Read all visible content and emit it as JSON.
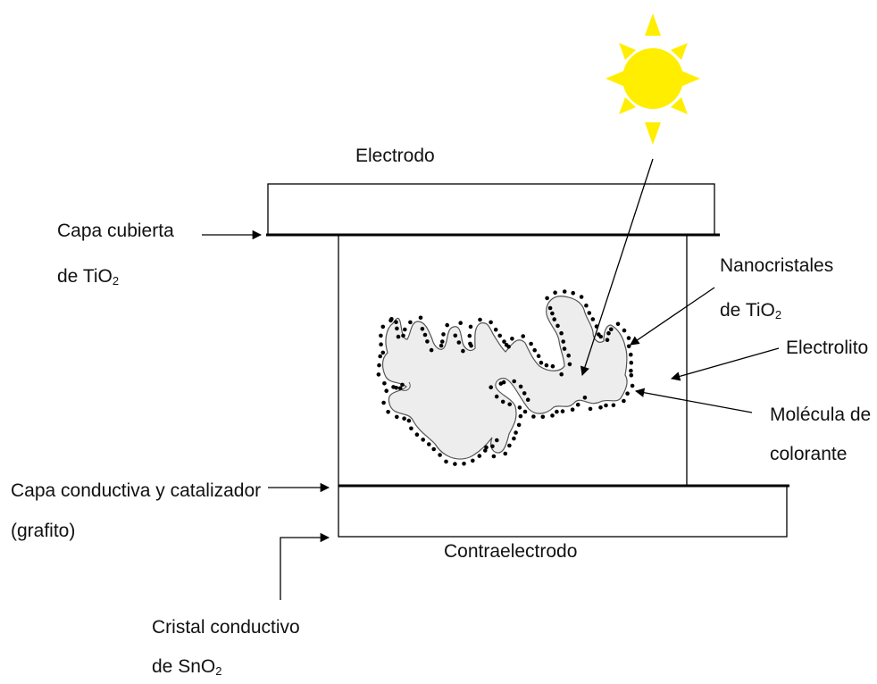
{
  "labels": {
    "electrodo": "Electrodo",
    "capa_cubierta_line1": "Capa cubierta",
    "capa_cubierta_line2": "de TiO",
    "nanocristales_line1": "Nanocristales",
    "nanocristales_line2": "de TiO",
    "electrolito": "Electrolito",
    "molecula_line1": "Molécula de",
    "molecula_line2": "colorante",
    "capa_conductiva_line1": "Capa conductiva y catalizador",
    "capa_conductiva_line2": "(grafito)",
    "contraelectrodo": "Contraelectrodo",
    "cristal_line1": "Cristal conductivo",
    "cristal_line2": "de SnO",
    "subscript_2": "2"
  },
  "colors": {
    "sun": "#ffee00",
    "particle_fill": "#ededed",
    "particle_stroke": "#555555",
    "dye_dot": "#000000",
    "line": "#000000"
  },
  "icons": {
    "sun": "sun-icon"
  }
}
